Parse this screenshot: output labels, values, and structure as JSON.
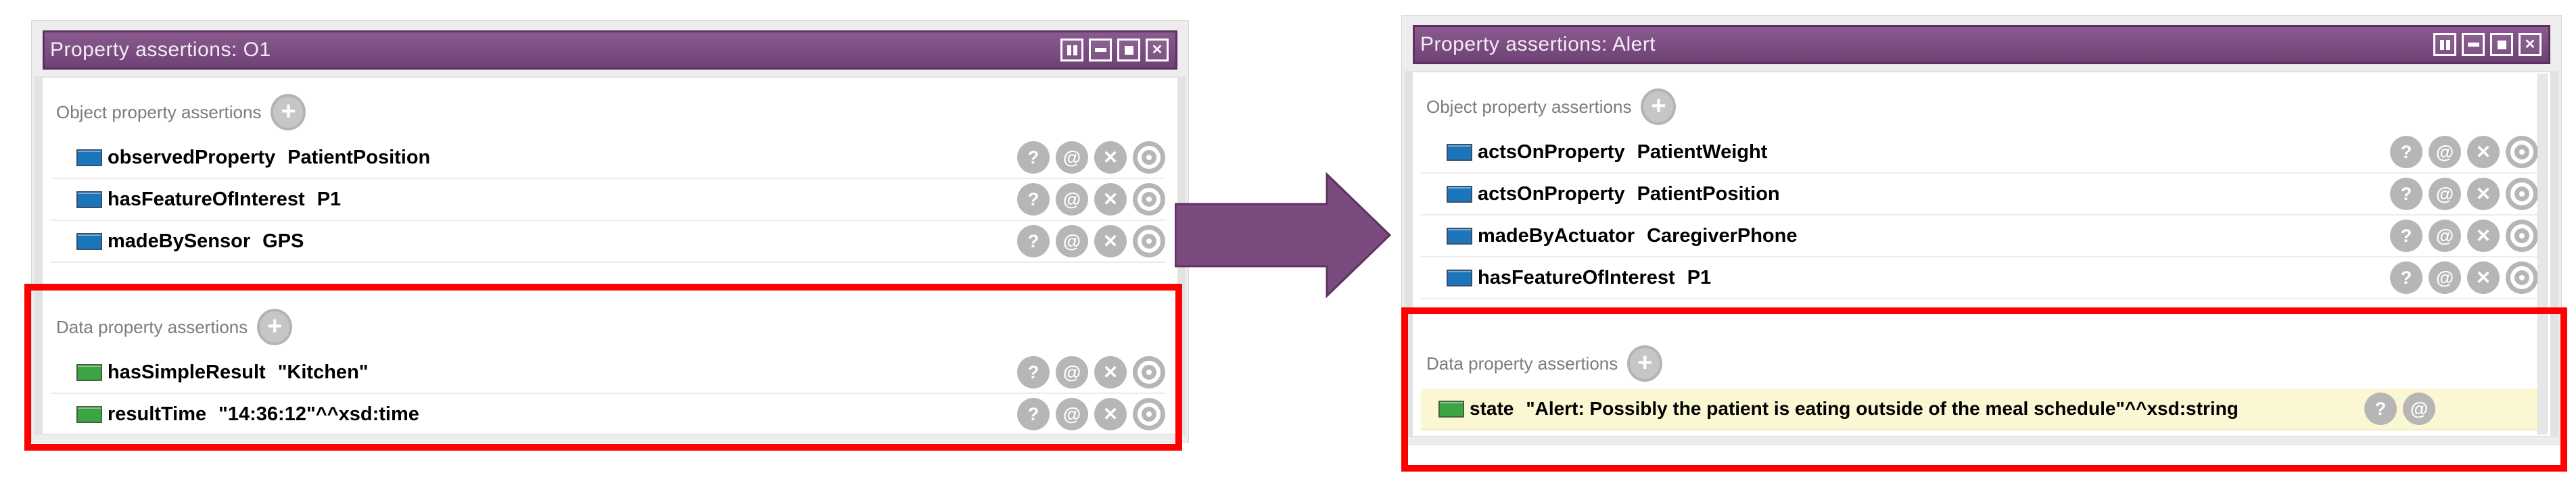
{
  "colors": {
    "titlebar_purple": "#7b4c80",
    "titlebar_border_purple": "#5c3061",
    "arrow_purple": "#7b4a7f",
    "annotation_red": "#fe0000",
    "row_highlight_yellow": "#fbf7d3",
    "object_property_blue": "#1b75bb",
    "data_property_green": "#3da446",
    "round_button_gray": "#b6b6b6"
  },
  "window_controls": [
    {
      "icon": "split-vertical-icon"
    },
    {
      "icon": "split-horizontal-icon"
    },
    {
      "icon": "maximize-icon"
    },
    {
      "icon": "close-icon"
    }
  ],
  "row_button_defs": {
    "explain": {
      "icon": "explain-icon",
      "glyph": "?"
    },
    "annotate": {
      "icon": "annotate-icon",
      "glyph": "@"
    },
    "delete": {
      "icon": "delete-icon",
      "glyph": "✕"
    },
    "edit": {
      "icon": "edit-icon",
      "glyph": ""
    }
  },
  "default_row_buttons": [
    "explain",
    "annotate",
    "delete",
    "edit"
  ],
  "left_panel": {
    "title": "Property assertions: O1",
    "add_button_glyph": "+",
    "object_section_label": "Object property assertions",
    "data_section_label": "Data property assertions",
    "object_assertions": [
      {
        "property": "observedProperty",
        "value": "PatientPosition"
      },
      {
        "property": "hasFeatureOfInterest",
        "value": "P1"
      },
      {
        "property": "madeBySensor",
        "value": "GPS"
      }
    ],
    "data_assertions": [
      {
        "property": "hasSimpleResult",
        "value": "\"Kitchen\""
      },
      {
        "property": "resultTime",
        "value": "\"14:36:12\"^^xsd:time"
      }
    ]
  },
  "right_panel": {
    "title": "Property assertions: Alert",
    "add_button_glyph": "+",
    "object_section_label": "Object property assertions",
    "data_section_label": "Data property assertions",
    "object_assertions": [
      {
        "property": "actsOnProperty",
        "value": "PatientWeight"
      },
      {
        "property": "actsOnProperty",
        "value": "PatientPosition"
      },
      {
        "property": "madeByActuator",
        "value": "CaregiverPhone"
      },
      {
        "property": "hasFeatureOfInterest",
        "value": "P1"
      }
    ],
    "data_assertions": [
      {
        "property": "state",
        "value": "\"Alert: Possibly the patient is eating outside of the meal schedule\"^^xsd:string",
        "highlighted": true,
        "buttons": [
          "explain",
          "annotate"
        ]
      }
    ]
  }
}
